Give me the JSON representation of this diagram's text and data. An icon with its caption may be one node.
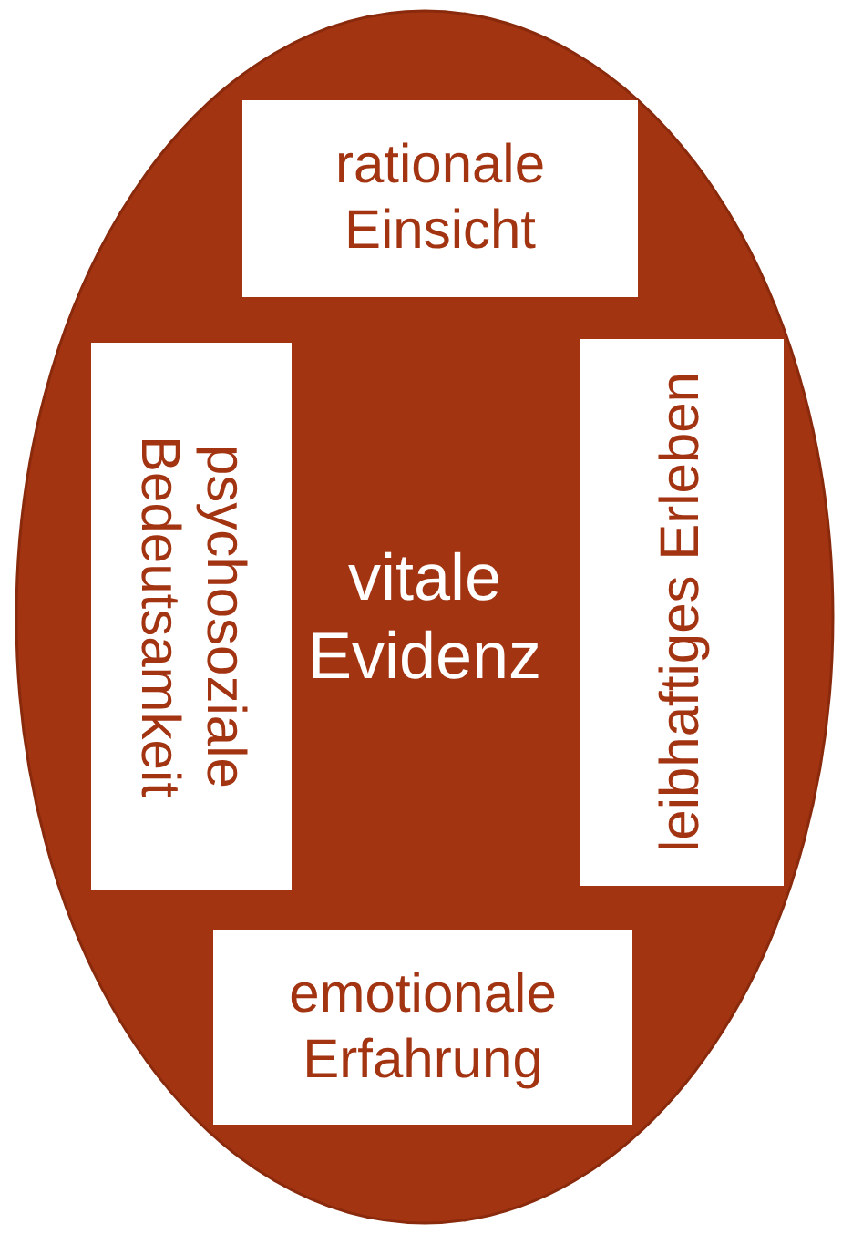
{
  "diagram": {
    "nodes": [
      {
        "text": [
          "vitale Evidenz"
        ]
      },
      {
        "text": [
          "rationale Einsicht"
        ],
        "in": 0
      },
      {
        "text": [
          "psychosoziale Bedeutsamkeit"
        ],
        "in": 0
      },
      {
        "text": [
          "leibhaftiges Erleben"
        ],
        "in": 0
      },
      {
        "text": [
          "emotionale Erfahrung"
        ],
        "in": 0
      }
    ]
  }
}
